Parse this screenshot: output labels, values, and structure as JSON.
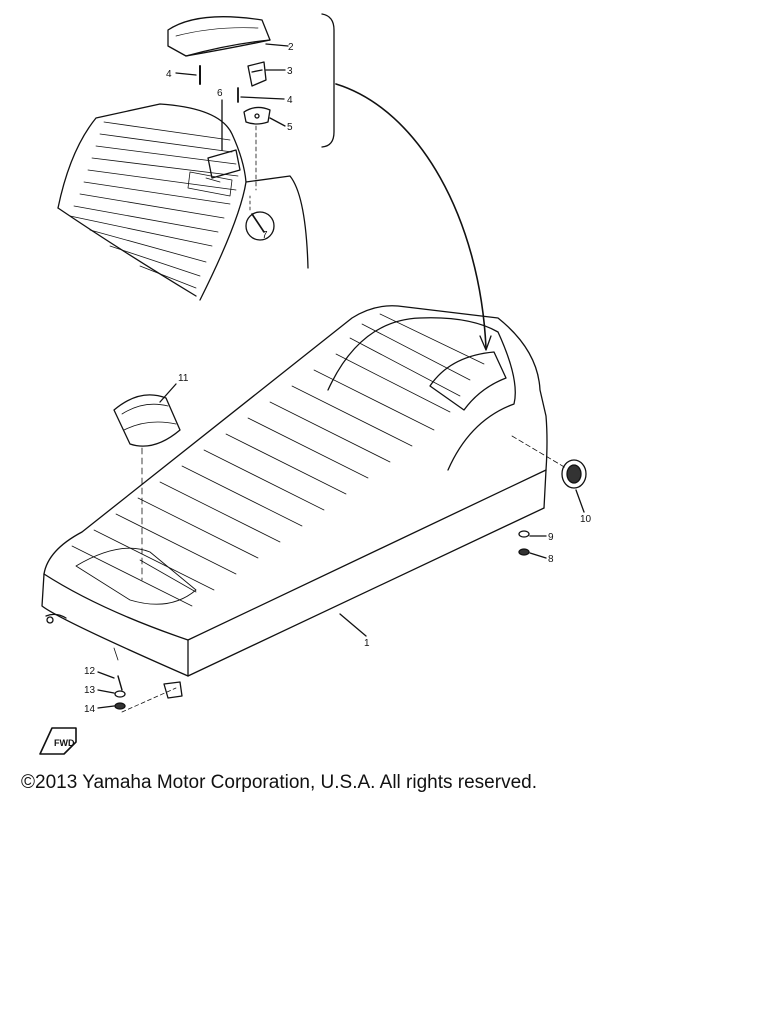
{
  "diagram": {
    "callouts": [
      {
        "id": "part-1",
        "label": "1"
      },
      {
        "id": "part-2",
        "label": "2"
      },
      {
        "id": "part-3",
        "label": "3"
      },
      {
        "id": "part-4a",
        "label": "4"
      },
      {
        "id": "part-4b",
        "label": "4"
      },
      {
        "id": "part-5",
        "label": "5"
      },
      {
        "id": "part-6",
        "label": "6"
      },
      {
        "id": "part-7",
        "label": "7"
      },
      {
        "id": "part-8",
        "label": "8"
      },
      {
        "id": "part-9",
        "label": "9"
      },
      {
        "id": "part-10",
        "label": "10"
      },
      {
        "id": "part-11",
        "label": "11"
      },
      {
        "id": "part-12",
        "label": "12"
      },
      {
        "id": "part-13",
        "label": "13"
      },
      {
        "id": "part-14",
        "label": "14"
      }
    ],
    "front_badge_text": "FWD"
  },
  "footer": {
    "copyright": "©2013 Yamaha Motor Corporation, U.S.A. All rights reserved."
  },
  "colors": {
    "ink": "#111111",
    "background": "#ffffff"
  }
}
